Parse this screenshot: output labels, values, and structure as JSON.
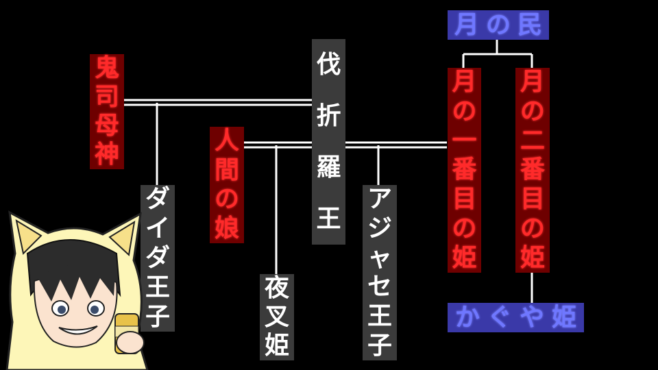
{
  "nodes": {
    "kishibojin": "鬼司母神",
    "bishamon": "伐折羅王",
    "human_daughter": "人間の娘",
    "daida": "ダイダ王子",
    "yasha": "夜叉姫",
    "ajase": "アジャセ王子",
    "tsuki_no_tami": "月の民",
    "first_princess": "月の一番目の姫",
    "second_princess": "月の二番目の姫",
    "kaguya": "かぐや姫"
  },
  "colors": {
    "red_text": "#ff2a2a",
    "red_bg": "#6e0000",
    "gray_bg": "#3b3b3b",
    "blue_text": "#6f77ff",
    "blue_bg": "#3a39a8",
    "line": "#ffffff",
    "background": "#000000"
  },
  "icons": {
    "mascot": "cat-hood-character-with-beer-can-icon"
  }
}
